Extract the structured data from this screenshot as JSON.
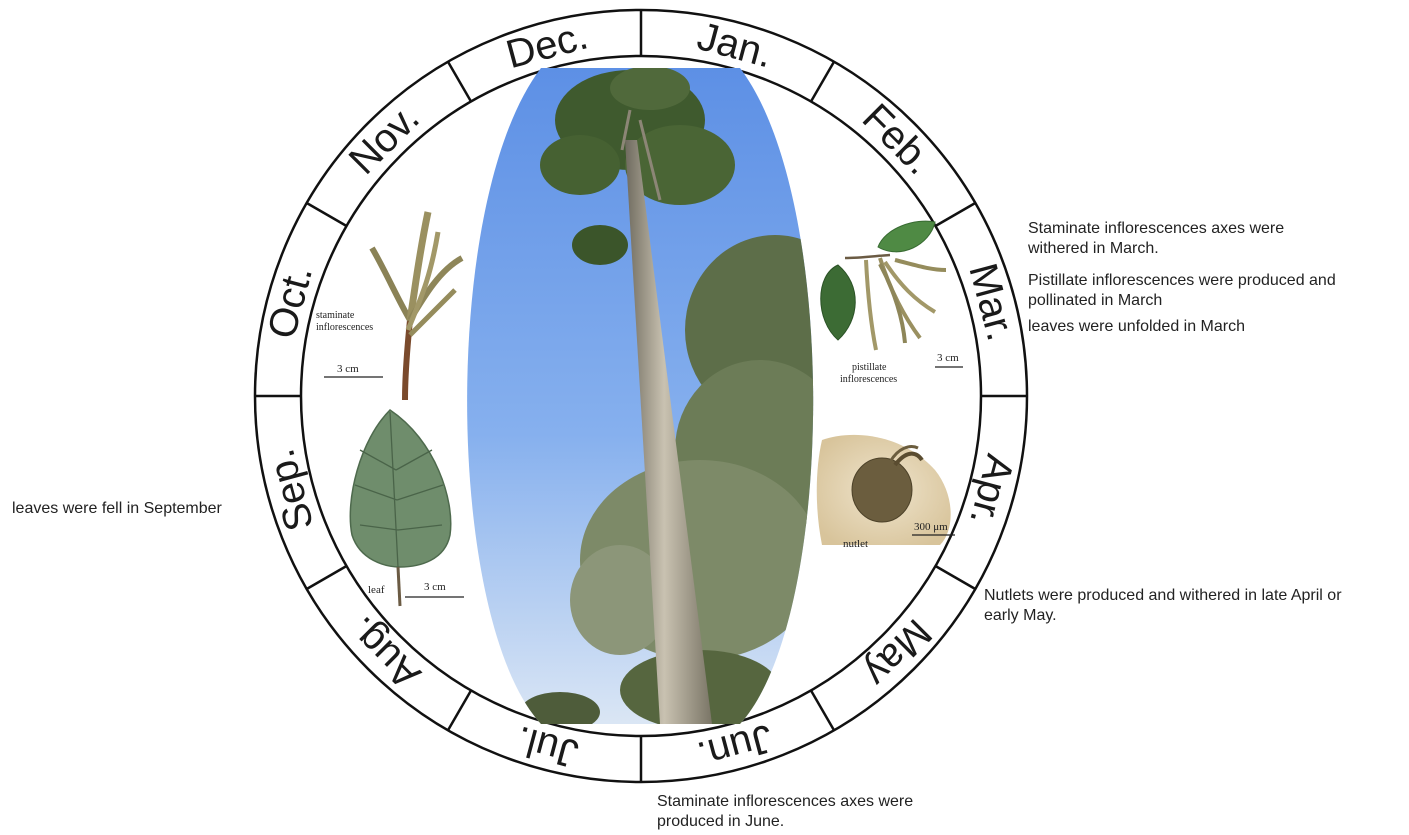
{
  "months": [
    "Jan.",
    "Feb.",
    "Mar.",
    "Apr.",
    "May",
    "Jun.",
    "Jul.",
    "Aug.",
    "Sep.",
    "Oct.",
    "Nov.",
    "Dec."
  ],
  "annotations": {
    "march_1": "Staminate inflorescences axes were withered in March.",
    "march_2": "Pistillate inflorescences were produced and pollinated in March",
    "march_3": "leaves were unfolded in March",
    "april_may": "Nutlets were produced and withered in late April or early May.",
    "june": "Staminate inflorescences axes were produced in June.",
    "september": "leaves were fell in September"
  },
  "photo_captions": {
    "staminate": "staminate inflorescences",
    "staminate_scale": "3 cm",
    "pistillate": "pistillate inflorescences",
    "pistillate_scale": "3 cm",
    "nutlet": "nutlet",
    "nutlet_scale": "300 μm",
    "leaf": "leaf",
    "leaf_scale": "3 cm"
  },
  "colors": {
    "ring": "#111111",
    "sky_top": "#5b8fe4",
    "sky_bottom": "#d9e7f6",
    "foliage": "#3f5a2e",
    "trunk": "#a79e8c"
  }
}
